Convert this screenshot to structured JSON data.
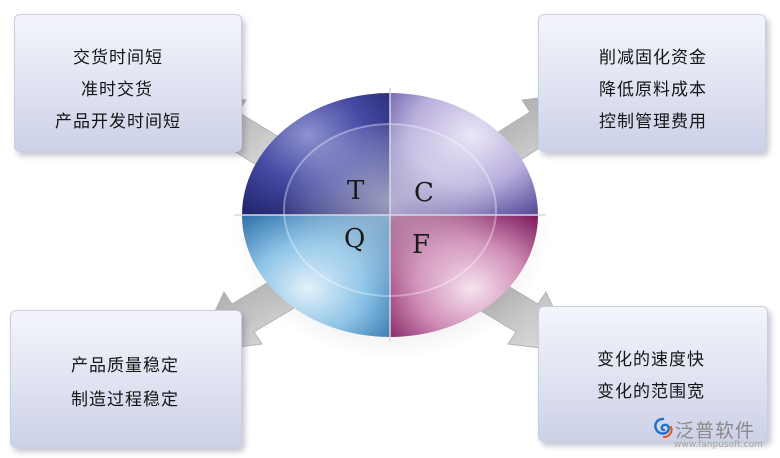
{
  "quadrant_letters": {
    "t": "T",
    "c": "C",
    "q": "Q",
    "f": "F"
  },
  "boxes": {
    "top_left": [
      "交货时间短",
      "准时交货",
      "产品开发时间短"
    ],
    "top_right": [
      "削减固化资金",
      "降低原料成本",
      "控制管理费用"
    ],
    "bottom_left": [
      "产品质量稳定",
      "制造过程稳定"
    ],
    "bottom_right": [
      "变化的速度快",
      "变化的范围宽"
    ]
  },
  "logo": {
    "name": "泛普软件",
    "url": "www.fanpusoft.com"
  },
  "colors": {
    "t_quadrant": "#2e3282",
    "c_quadrant": "#a79bd0",
    "q_quadrant": "#2f7fb5",
    "f_quadrant": "#8e2265",
    "arrow": "#c4c4c4",
    "box_top": "#f4f5fb",
    "box_bottom": "#cdd1e8"
  },
  "icons": [
    "logo-swirl-icon"
  ]
}
